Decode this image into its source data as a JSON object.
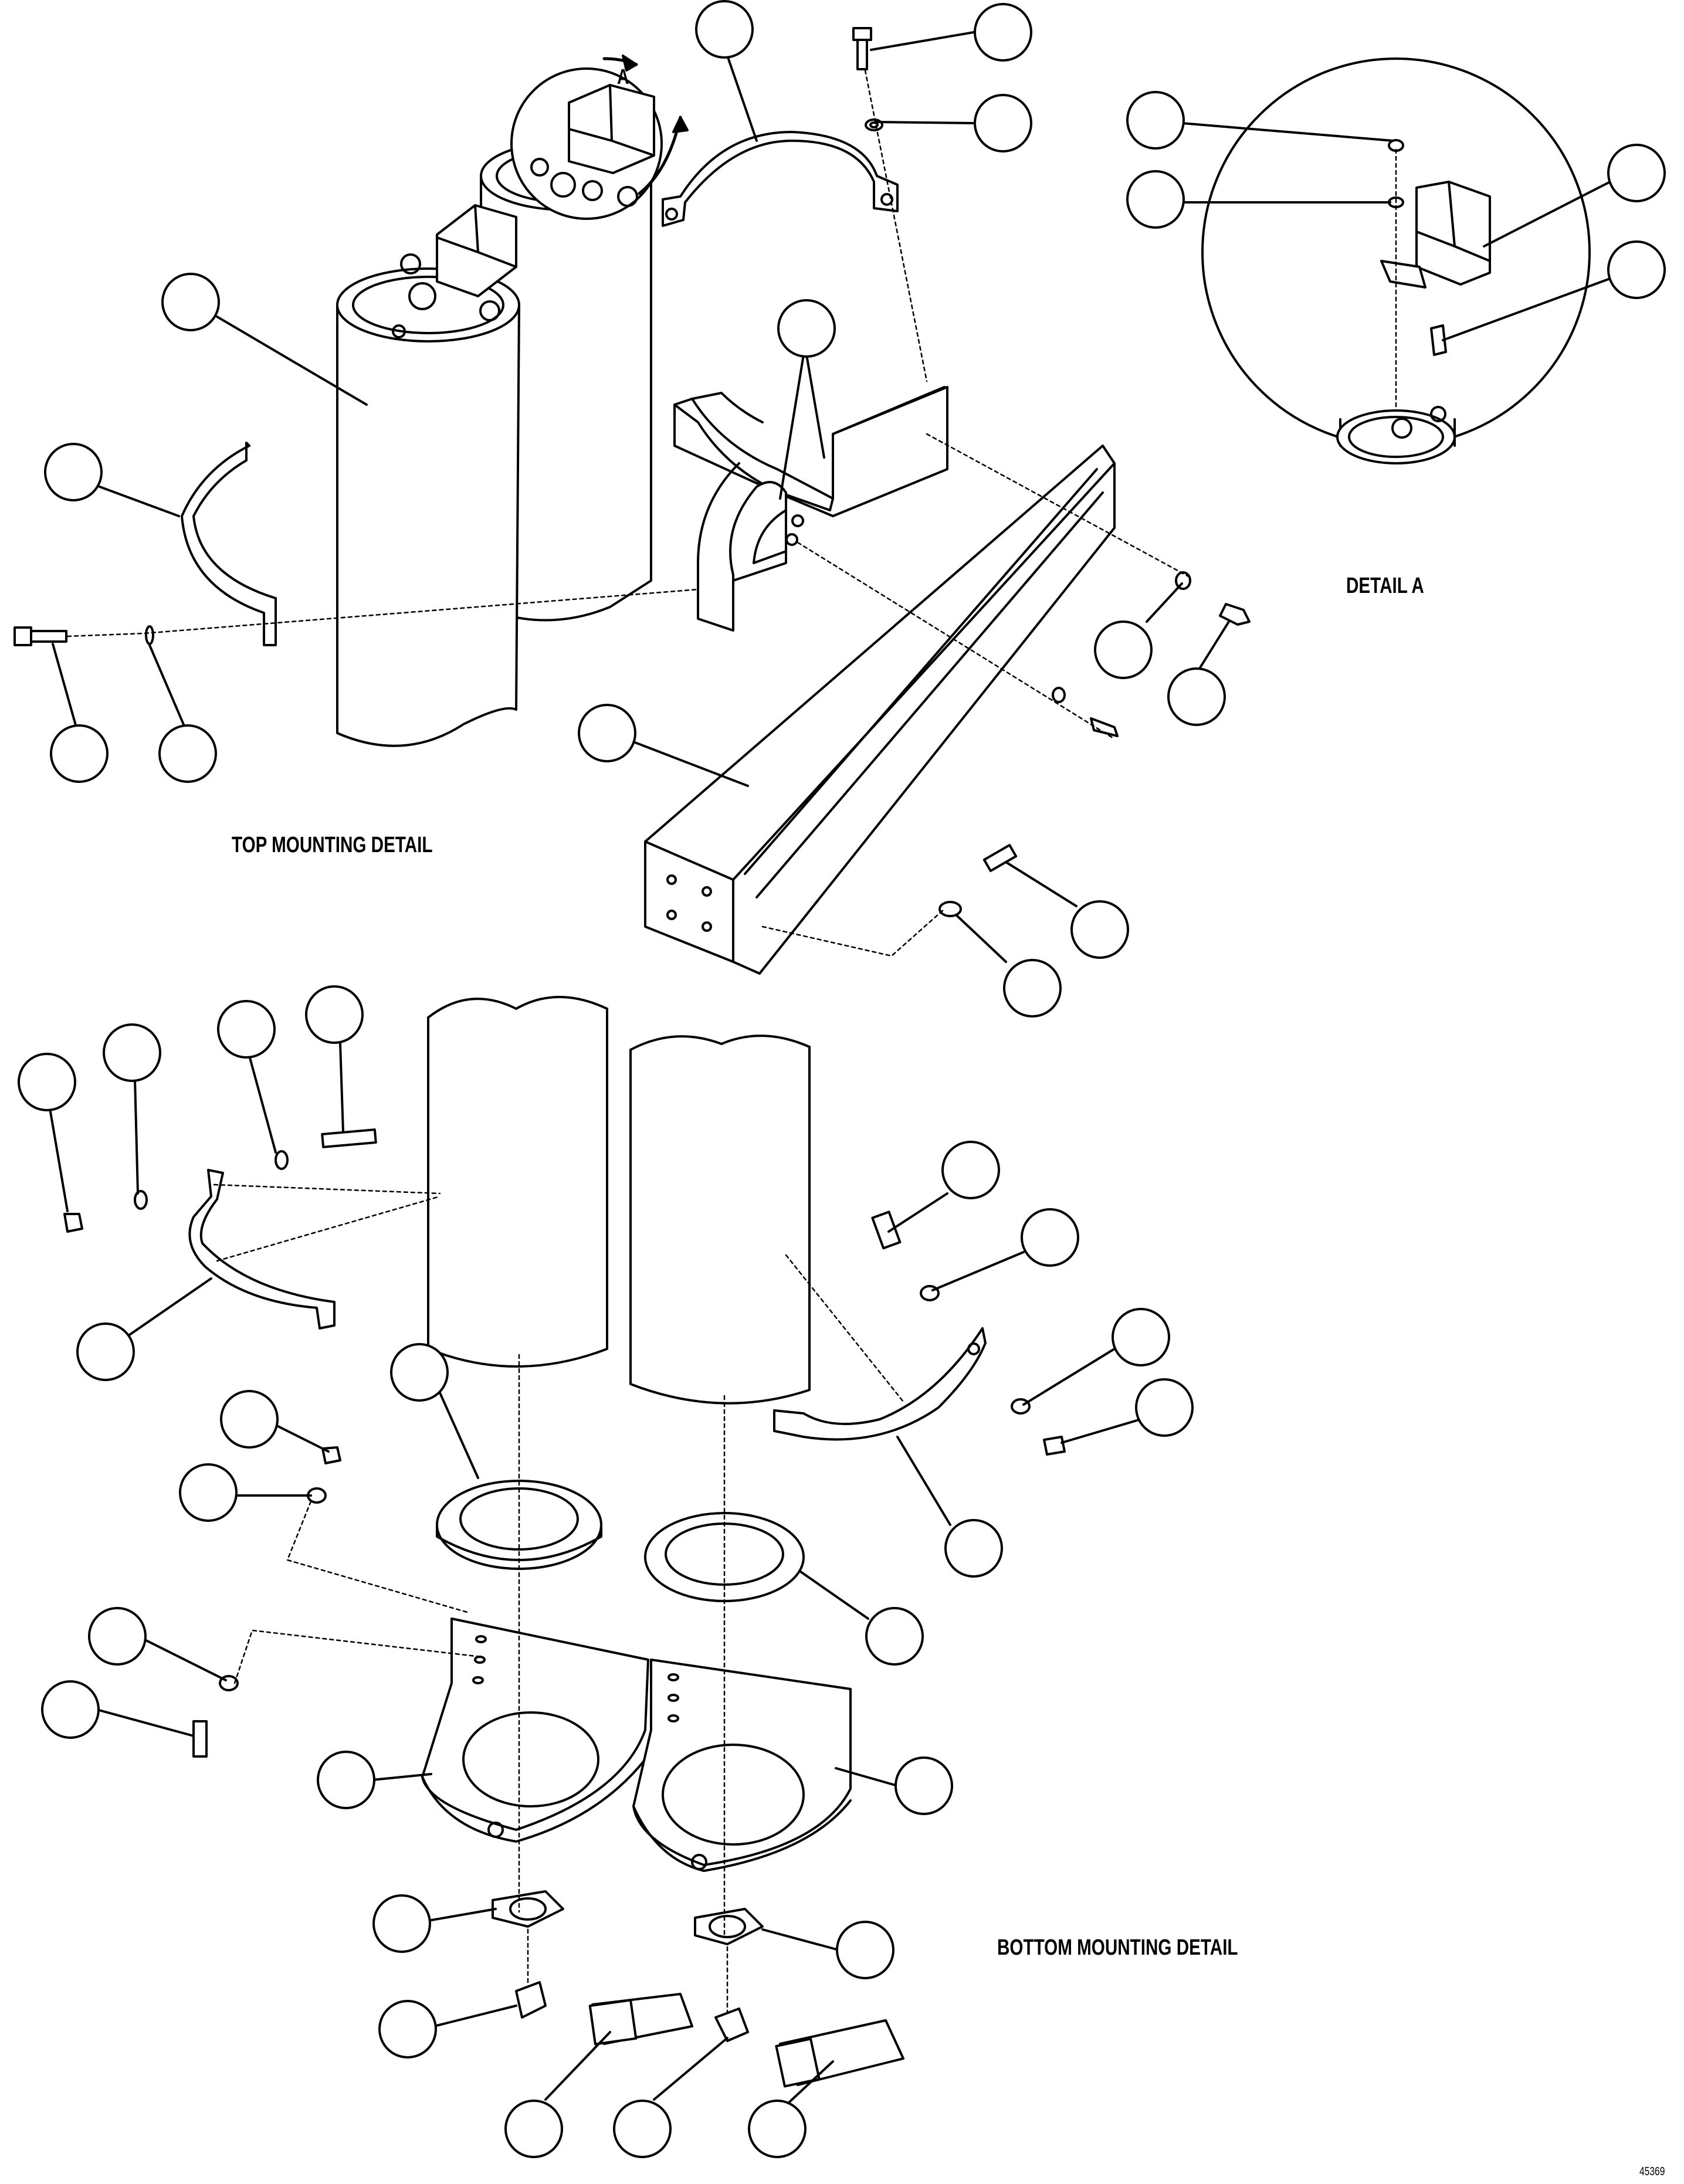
{
  "labels": {
    "top_mounting_detail": "TOP MOUNTING DETAIL",
    "detail_a": "DETAIL A",
    "bottom_mounting_detail": "BOTTOM MOUNTING DETAIL",
    "callout_letter": "A",
    "drawing_number": "45369"
  },
  "style": {
    "line_color": "#000000",
    "fill_color": "#ffffff"
  }
}
